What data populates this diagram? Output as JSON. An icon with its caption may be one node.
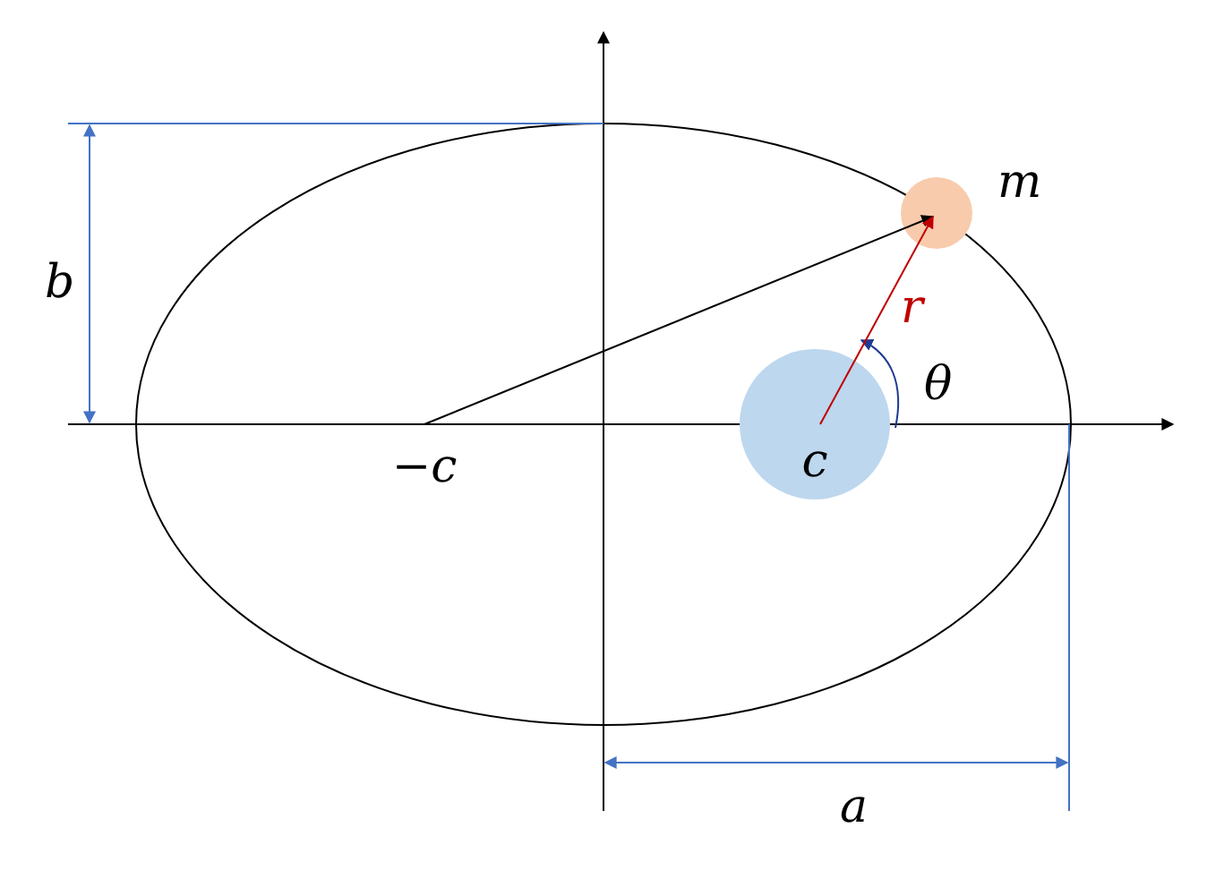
{
  "diagram": {
    "nodes": [
      {
        "text": [
          "−c"
        ]
      },
      {
        "text": [
          "c"
        ]
      },
      {
        "text": [],
        "shape": "circle",
        "beside": [
          "m"
        ]
      }
    ],
    "edges": [
      {
        "from": 0,
        "to": 2,
        "arrow": "to"
      },
      {
        "from": 1,
        "to": 2,
        "arrow": "to",
        "label": "r",
        "color": "#c00000"
      }
    ],
    "labels": [
      "b",
      "θ",
      "a"
    ]
  }
}
